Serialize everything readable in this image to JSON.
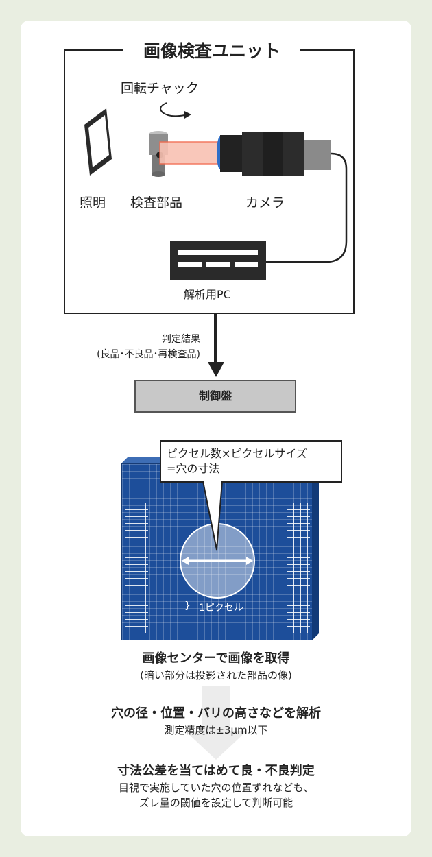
{
  "unit": {
    "title": "画像検査ユニット",
    "rotary_chuck_label": "回転チャック",
    "lighting_label": "照明",
    "part_label": "検査部品",
    "camera_label": "カメラ",
    "pc_label": "解析用PC"
  },
  "result": {
    "title": "判定結果",
    "detail": "(良品･不良品･再検査品)"
  },
  "control_panel_label": "制御盤",
  "pixel_view": {
    "bubble_line1": "ピクセル数×ピクセルサイズ",
    "bubble_line2": "=穴の寸法",
    "pixel_label": "1ピクセル"
  },
  "steps": [
    {
      "title": "画像センターで画像を取得",
      "note": "(暗い部分は投影された部品の像)"
    },
    {
      "title": "穴の径・位置・バリの高さなどを解析",
      "note": "測定精度は±3μm以下"
    },
    {
      "title": "寸法公差を当てはめて良・不良判定",
      "note": "目視で実施していた穴の位置ずれなども、",
      "note2": "ズレ量の閾値を設定して判断可能"
    }
  ],
  "colors": {
    "page_bg": "#e9eee1",
    "grid_blue": "#1d4e9a",
    "laser": "#f26b4f"
  }
}
